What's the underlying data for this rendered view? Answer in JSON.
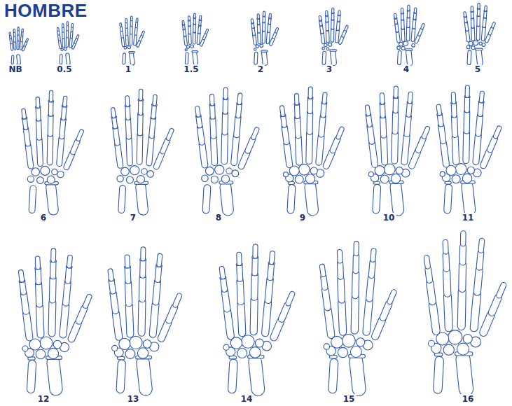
{
  "diagram": {
    "title": "HOMBRE",
    "labels": [
      "NB",
      "0.5",
      "1",
      "1.5",
      "2",
      "3",
      "4",
      "5",
      "6",
      "7",
      "8",
      "9",
      "10",
      "11",
      "12",
      "13",
      "14",
      "15",
      "16"
    ]
  }
}
